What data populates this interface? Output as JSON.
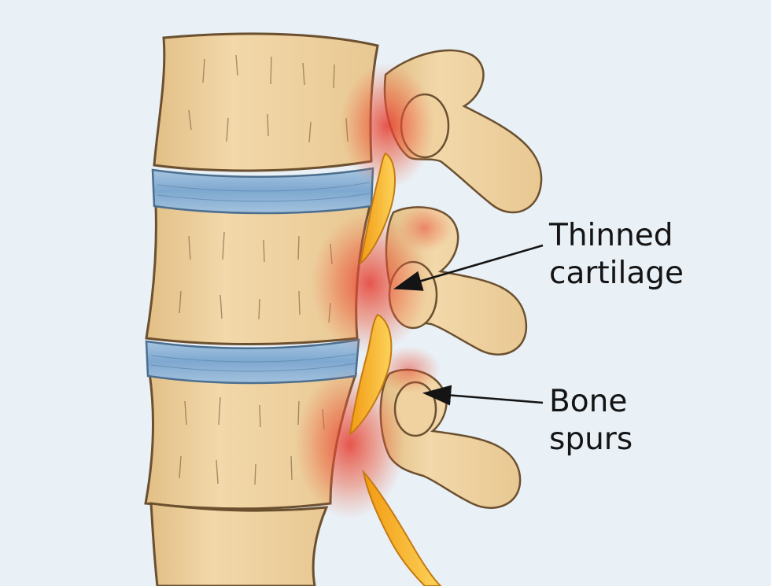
{
  "labels": {
    "thinned_cartilage": {
      "line1": "Thinned",
      "line2": "cartilage"
    },
    "bone_spurs": {
      "line1": "Bone",
      "line2": "spurs"
    }
  },
  "colors": {
    "background": "#e9f0f6",
    "bone": "#efd3a3",
    "bone_outline": "#6b5030",
    "disc": "#8fb5d6",
    "inflammation": "#e53a2f",
    "nerve": "#f6b52a",
    "arrow": "#141414"
  }
}
